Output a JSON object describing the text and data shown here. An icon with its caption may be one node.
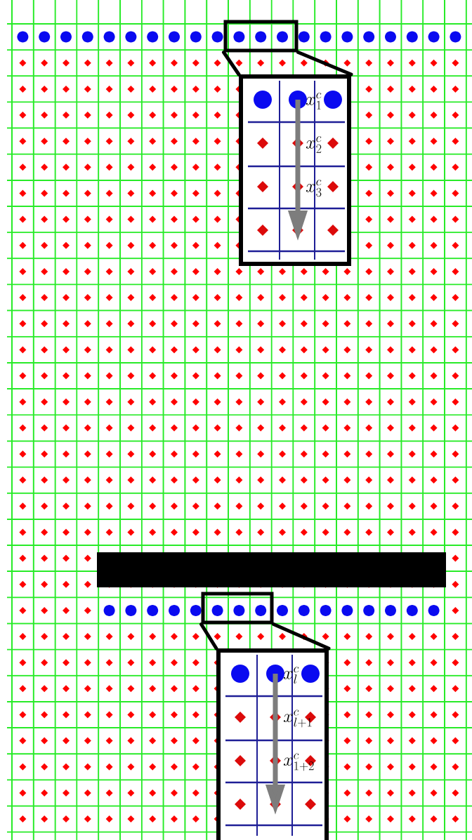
{
  "diagram": {
    "nodes": [
      {
        "text": [],
        "shape": "box"
      },
      {
        "text": [
          "x_1^c",
          "x_2^c",
          "x_3^c"
        ]
      },
      {
        "text": [],
        "shape": "box"
      },
      {
        "text": [
          "x_l^c",
          "x_{l+1}^c",
          "x_{1+2}^c"
        ]
      }
    ],
    "edges": [
      {
        "from": 0,
        "to": 1,
        "arrow": "none"
      },
      {
        "from": 0,
        "to": 1,
        "arrow": "none"
      },
      {
        "from": 2,
        "to": 3,
        "arrow": "none"
      },
      {
        "from": 2,
        "to": 3,
        "arrow": "none"
      }
    ]
  }
}
